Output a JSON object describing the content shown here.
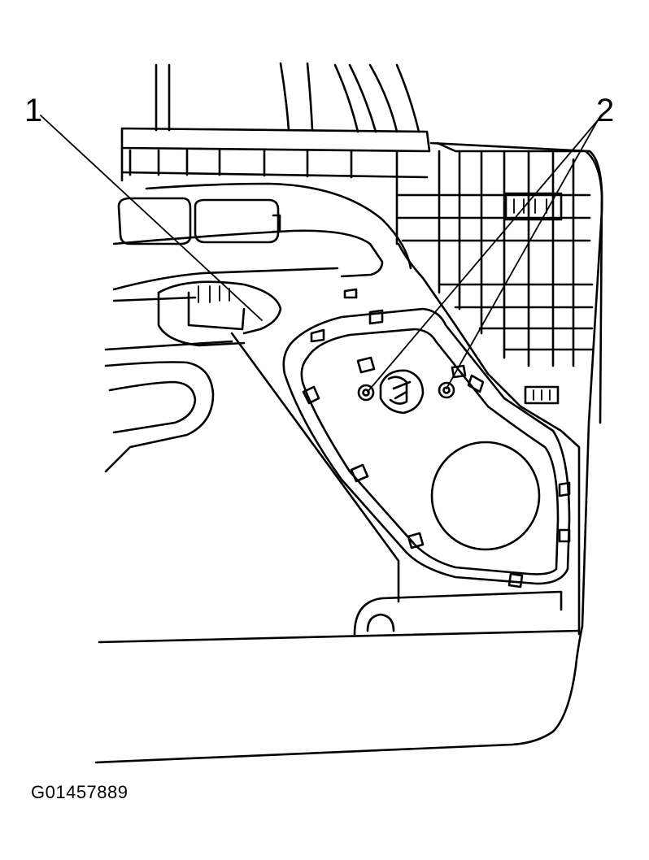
{
  "callouts": {
    "label_1": "1",
    "label_2": "2"
  },
  "figure_id": "G01457889",
  "colors": {
    "line": "#000000",
    "background": "#ffffff"
  }
}
